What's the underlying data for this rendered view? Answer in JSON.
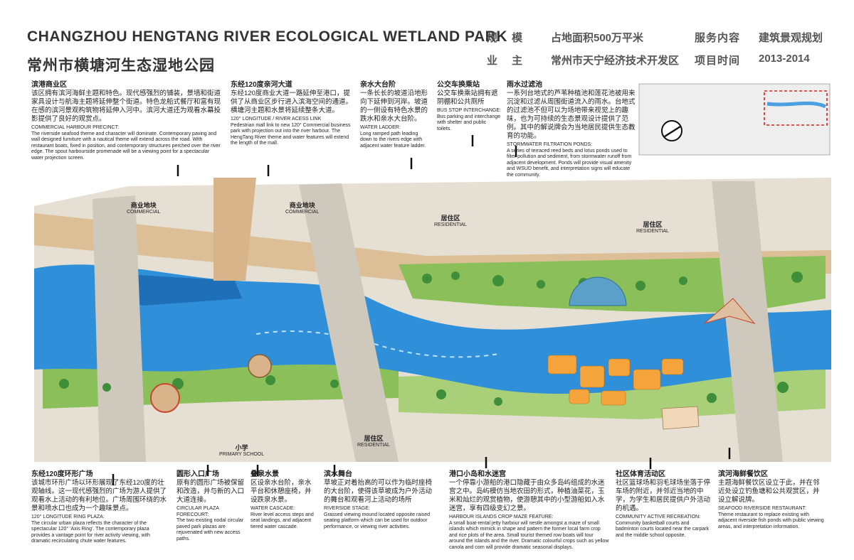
{
  "header": {
    "title_en": "CHANGZHOU HENGTANG RIVER ECOLOGICAL WETLAND PARK",
    "title_cn": "常州市横塘河生态湿地公园",
    "scale_label": "规 模",
    "scale_value": "占地面积500万平米",
    "service_label": "服务内容",
    "service_value": "建筑景观规划",
    "owner_label": "业 主",
    "owner_value": "常州市天宁经济技术开发区",
    "time_label": "项目时间",
    "time_value": "2013-2014"
  },
  "zones": [
    {
      "cn": "商业地块",
      "en": "COMMERCIAL"
    },
    {
      "cn": "商业地块",
      "en": "COMMERCIAL"
    },
    {
      "cn": "居住区",
      "en": "RESIDENTIAL"
    },
    {
      "cn": "居住区",
      "en": "RESIDENTIAL"
    },
    {
      "cn": "小学",
      "en": "PRIMARY SCHOOL"
    },
    {
      "cn": "居住区",
      "en": "RESIDENTIAL"
    }
  ],
  "notes_top": [
    {
      "title": "滨港商业区",
      "cn": "该区拥有滨河海鲜主题和特色。现代感强烈的铺装，景墙和街道家具设计与航海主题将延伸整个街道。特色龙船式餐厅和富有现在感的滨河景观构筑物将延伸入河中。滨河大道还为观看水幕投影提供了良好的观赏点。",
      "en_title": "COMMERCIAL HARBOUR PRECINCT:",
      "en": "The riverside seafood theme and character will dominate. Contemporary paving and wall designed furniture with a nautical theme will extend across the road. With restaurant boats, fixed in position, and contemporary structures perched over the river edge. The spout harbourside promenade will be a viewing point for a spectacular water projection screen."
    },
    {
      "title": "东经120度亲河大道",
      "cn": "东经120度商业大道一路延伸至港口，提供了从商业区步行进入滨海空间的通道。横塘河主题和水景将延续整条大道。",
      "en_title": "120° LONGITUDE / RIVER ACESS LINK",
      "en": "Pedestrian mall link to new 120° Commercial business park with projection out into the river harbour. The HengTang River theme and water features will extend the length of the mall."
    },
    {
      "title": "亲水大台阶",
      "cn": "一条长长的坡道沿地形向下延伸到河岸。坡道的一侧设有特色水景的跌水和亲水大台阶。",
      "en_title": "WATER LADDER:",
      "en": "Long ramped path leading down to the rivers edge with adjacent water feature ladder."
    },
    {
      "title": "公交车换乘站",
      "cn": "公交车换乘站拥有遮阴棚和公共厕所",
      "en_title": "BUS STOP INTERCHANGE:",
      "en": "Bus parking and interchange with shelter and public toilets."
    },
    {
      "title": "雨水过滤池",
      "cn": "一系列台地式的芦苇种植池和莲花池被用来沉淀和过滤从周围街道流入的雨水。台地式的过滤池不但可以为场地带来视觉上的趣味，也为可持续的生态景观设计提供了范例。其中的解说牌会为当地居民提供生态教育的功能。",
      "en_title": "STORMWATER FILTRATION PONDS:",
      "en": "A series of terraced reed beds and lotus ponds used to filter pollution and sediment, from stormwater runoff from adjacent development. Ponds will provide visual amenity and WSUD benefit, and interpretation signs will educate the community."
    }
  ],
  "notes_bottom": [
    {
      "title": "东经120度环形广场",
      "cn": "该城市环形广场以环形展现了东经120度的壮观轴线。这一现代感强烈的广场为游人提供了观看水上活动的有利地位。广场周围环绕的水景和喷水口也成为一个趣味景点。",
      "en_title": "120° LONGITUDE RING PLAZA:",
      "en": "The circular urban plaza reflects the character of the spectacular 120° 'Axis Ring'. The contemporary plaza provides a vantage point for river activity viewing, with dramatic recirculating chute water features."
    },
    {
      "title": "圆形入口广场",
      "cn": "原有的圆形广场被保留和改造，并与新的入口大道连接。",
      "en_title": "CIRCULAR PLAZA FORECOURT:",
      "en": "The two existing nodal circular paved park plazas are rejuvenated with new access paths."
    },
    {
      "title": "叠泉水景",
      "cn": "区设亲水台阶，亲水平台和休憩座椅，并设跌泉水景。",
      "en_title": "WATER CASCADE:",
      "en": "River level access steps and seat landings, and adjacent tiered water cascade."
    },
    {
      "title": "滨水舞台",
      "cn": "草坡正对着抬高的可以作为临时座椅的大台阶，使得该草坡成为户外活动的舞台和观看河上活动的场所",
      "en_title": "RIVERSIDE STAGE:",
      "en": "Grassed viewing mound located opposite raised seating platform which can be used for outdoor performance, or viewing river activities."
    },
    {
      "title": "港口小岛和水迷宫",
      "cn": "一个停靠小游船的港口隐藏于由众多岛屿组成的水迷宫之中。岛屿模仿当地农田的形式，种植油菜花，玉米和灿烂的观赏植物，使游憩其中的小型游船如入水迷宫，享有四级变幻之景。",
      "en_title": "HARBOUR ISLANDS CROP MAZE FEATURE:",
      "en": "A small boat-rental jetty harbour will nestle amongst a maze of small islands which mimick in shape and pattern the former local farm crop and rice plots of the area. Small tourist themed row boats will tour around the islands and the river. Dramatic colourful crops such as yellow canola and corn will provide dramatic seasonal displays."
    },
    {
      "title": "社区体育活动区",
      "cn": "社区篮球场和羽毛球场坐落于停车场的附近，并邻近当地的中学，为学生和居民提供户外活动的机遇。",
      "en_title": "COMMUNITY ACTIVE RECREATION:",
      "en": "Community basketball courts and badminton courts located near the carpark and the middle school opposite."
    },
    {
      "title": "滨河海鲜餐饮区",
      "cn": "主题海鲜餐饮区设立于此，并在邻近处设立钓鱼塘和公共观赏区，并设立解说牌。",
      "en_title": "SEAFOOD RIVERSIDE RESTAURANT:",
      "en": "Theme restaurant to replace existing with adjacent riverside fish ponds with public viewing areas, and interpretation information."
    }
  ],
  "colors": {
    "river": "#2f8fd8",
    "river_dark": "#1f6fb8",
    "land": "#e4ded2",
    "paving": "#d9b48a",
    "park_green": "#8bbf5a",
    "tree_green": "#3f8f3a",
    "island_orange": "#f4a43a",
    "plaza_red": "#c8462e"
  }
}
